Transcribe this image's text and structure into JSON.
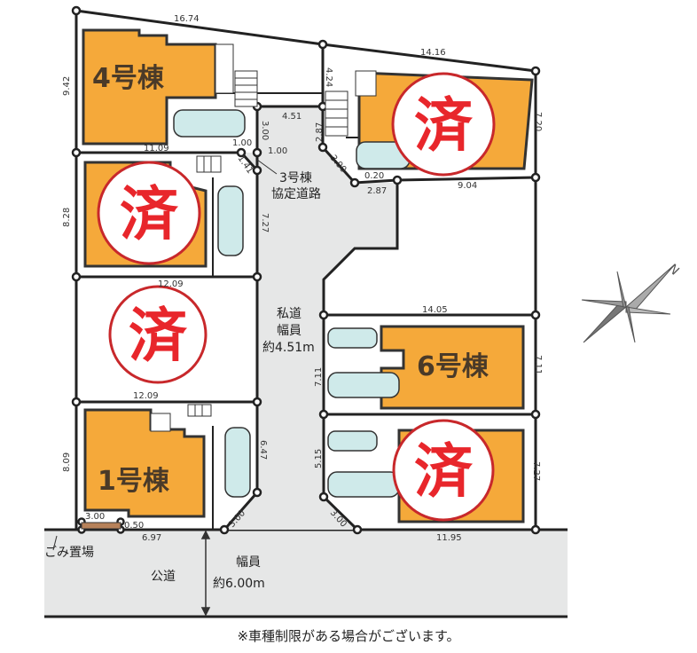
{
  "colors": {
    "house": "#f5a93a",
    "road": "#e6e7e7",
    "stamp": "#e8262b",
    "trash": "#b7825a"
  },
  "houses": {
    "h4": "4号棟",
    "h6": "6号棟",
    "h1": "1号棟"
  },
  "stamp": "済",
  "road_labels": {
    "agreement_road_1": "3号棟",
    "agreement_road_2": "協定道路",
    "private_1": "私道",
    "private_2": "幅員",
    "private_3": "約4.51m",
    "public": "公道",
    "public_width_1": "幅員",
    "public_width_2": "約6.00m",
    "trash": "ごみ置場"
  },
  "north": "N",
  "note": "※車種制限がある場合がございます。",
  "dims": [
    "16.74",
    "9.42",
    "14.16",
    "4.24",
    "7.20",
    "11.09",
    "1.00",
    "1.00",
    "3.00",
    "1.41",
    "4.51",
    "2.87",
    "3.00",
    "0.20",
    "2.87",
    "9.04",
    "8.28",
    "7.27",
    "12.09",
    "14.05",
    "7.11",
    "7.11",
    "12.09",
    "8.09",
    "6.47",
    "5.15",
    "7.27",
    "3.00",
    "0.50",
    "6.97",
    "3.00",
    "3.00",
    "11.95"
  ]
}
